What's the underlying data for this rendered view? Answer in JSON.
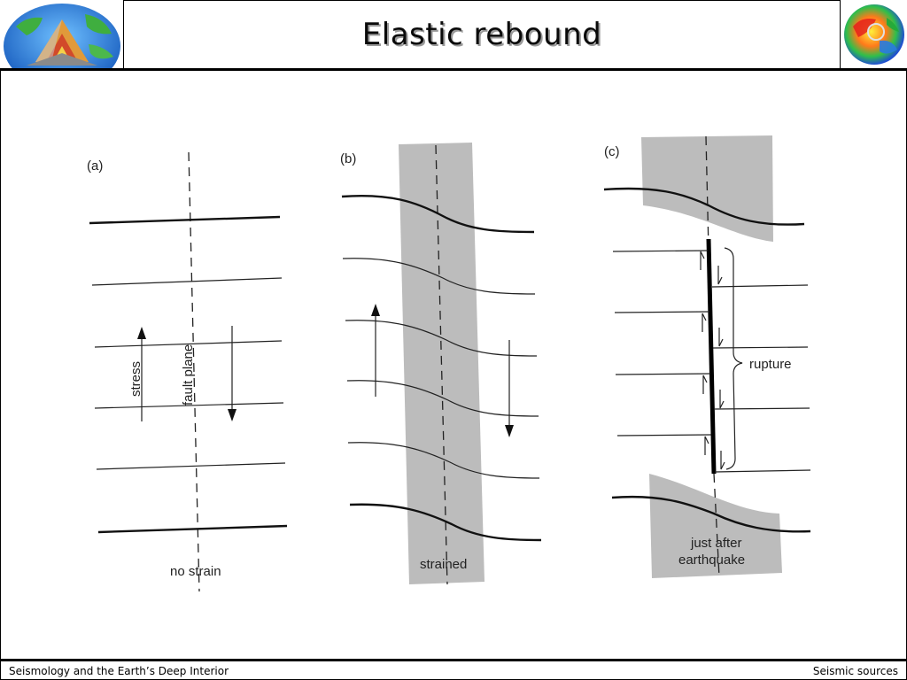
{
  "slide": {
    "title": "Elastic rebound",
    "footer_left": "Seismology and the Earth’s Deep Interior",
    "footer_right": "Seismic sources"
  },
  "logos": {
    "left": "earth-cutaway-logo",
    "right": "mantle-tomography-globe"
  },
  "panels": {
    "a": {
      "label": "(a)",
      "stress": "stress",
      "fault_plane": "fault plane",
      "caption": "no strain"
    },
    "b": {
      "label": "(b)",
      "caption": "strained"
    },
    "c": {
      "label": "(c)",
      "rupture": "rupture",
      "caption_line1": "just after",
      "caption_line2": "earthquake"
    }
  },
  "colors": {
    "shading": "#bcbcbc",
    "title_shadow": "#9a9a9a"
  }
}
